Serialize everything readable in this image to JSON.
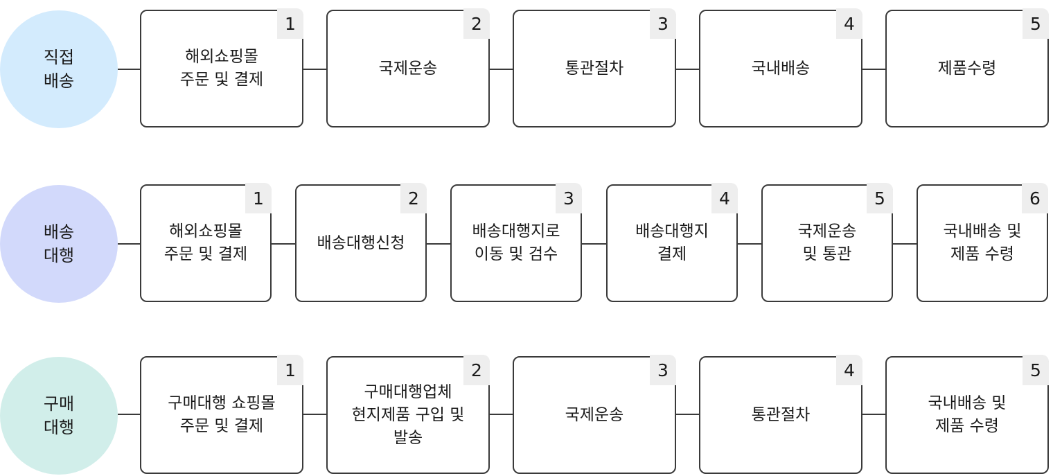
{
  "colors": {
    "direct": "#d3ebfd",
    "proxy_shipping": "#d2d9fb",
    "proxy_buying": "#d1eeea",
    "line": "#3a3a3a",
    "badge": "#eeeeee"
  },
  "rows": [
    {
      "label": "직접\n배송",
      "steps": [
        {
          "no": "1",
          "text": "해외쇼핑몰\n주문 및 결제"
        },
        {
          "no": "2",
          "text": "국제운송"
        },
        {
          "no": "3",
          "text": "통관절차"
        },
        {
          "no": "4",
          "text": "국내배송"
        },
        {
          "no": "5",
          "text": "제품수령"
        }
      ]
    },
    {
      "label": "배송\n대행",
      "steps": [
        {
          "no": "1",
          "text": "해외쇼핑몰\n주문 및 결제"
        },
        {
          "no": "2",
          "text": "배송대행신청"
        },
        {
          "no": "3",
          "text": "배송대행지로\n이동 및 검수"
        },
        {
          "no": "4",
          "text": "배송대행지\n결제"
        },
        {
          "no": "5",
          "text": "국제운송\n및 통관"
        },
        {
          "no": "6",
          "text": "국내배송 및\n제품 수령"
        }
      ]
    },
    {
      "label": "구매\n대행",
      "steps": [
        {
          "no": "1",
          "text": "구매대행 쇼핑몰\n주문 및 결제"
        },
        {
          "no": "2",
          "text": "구매대행업체\n현지제품 구입 및\n발송"
        },
        {
          "no": "3",
          "text": "국제운송"
        },
        {
          "no": "4",
          "text": "통관절차"
        },
        {
          "no": "5",
          "text": "국내배송 및\n제품 수령"
        }
      ]
    }
  ]
}
